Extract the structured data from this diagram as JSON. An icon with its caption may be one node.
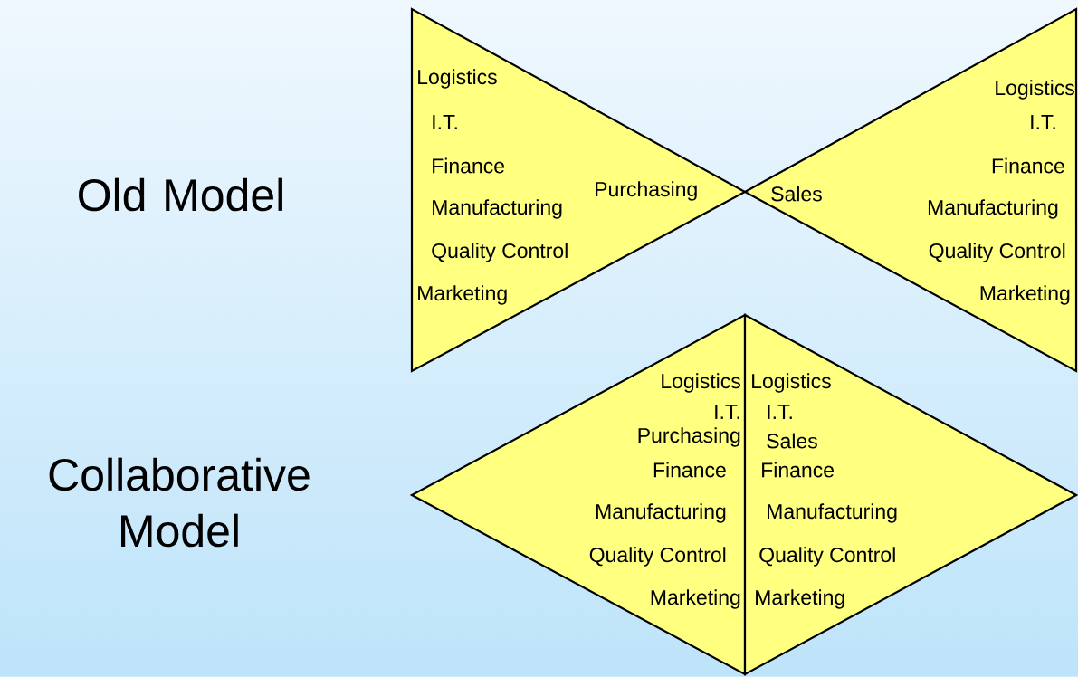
{
  "diagram": {
    "nodes": [
      {
        "text": [
          "Logistics",
          "I.T.",
          "Finance",
          "Manufacturing",
          "Quality Control",
          "Marketing",
          "Purchasing"
        ]
      },
      {
        "text": [
          "Logistics",
          "I.T.",
          "Finance",
          "Manufacturing",
          "Quality Control",
          "Marketing",
          "Sales"
        ]
      },
      {
        "text": [
          "Logistics",
          "I.T.",
          "Purchasing",
          "Finance",
          "Manufacturing",
          "Quality Control",
          "Marketing"
        ]
      },
      {
        "text": [
          "Logistics",
          "I.T.",
          "Sales",
          "Finance",
          "Manufacturing",
          "Quality Control",
          "Marketing"
        ]
      }
    ],
    "labels": [
      "Old Model",
      "Collaborative Model"
    ]
  }
}
